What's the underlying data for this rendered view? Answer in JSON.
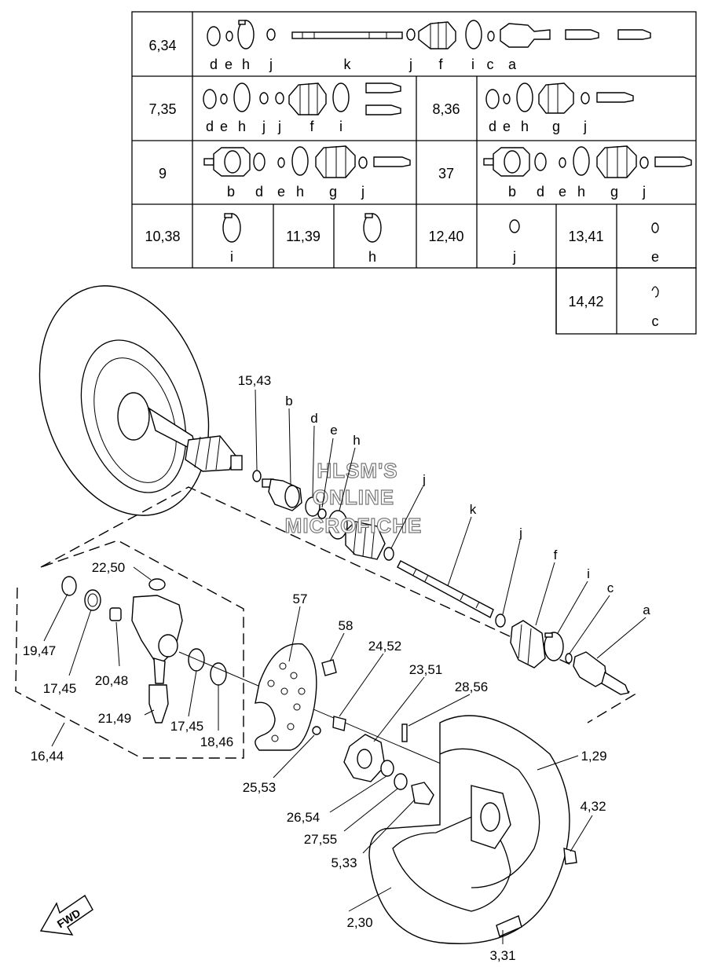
{
  "table": {
    "rows": [
      {
        "ref": "6,34",
        "letters": [
          "d",
          "e",
          "h",
          "j",
          "k",
          "j",
          "f",
          "i",
          "c",
          "a"
        ]
      },
      {
        "ref": "7,35",
        "letters": [
          "d",
          "e",
          "h",
          "j",
          "j",
          "f",
          "i"
        ]
      },
      {
        "ref": "8,36",
        "letters": [
          "d",
          "e",
          "h",
          "g",
          "j"
        ]
      },
      {
        "ref": "9",
        "letters": [
          "b",
          "d",
          "e",
          "h",
          "g",
          "j"
        ]
      },
      {
        "ref": "37",
        "letters": [
          "b",
          "d",
          "e",
          "h",
          "g",
          "j"
        ]
      }
    ],
    "single_parts": [
      {
        "ref": "10,38",
        "letter": "i"
      },
      {
        "ref": "11,39",
        "letter": "h"
      },
      {
        "ref": "12,40",
        "letter": "j"
      },
      {
        "ref": "13,41",
        "letter": "e"
      },
      {
        "ref": "14,42",
        "letter": "c"
      }
    ]
  },
  "callouts": {
    "c15_43": "15,43",
    "b": "b",
    "d": "d",
    "e": "e",
    "h": "h",
    "j1": "j",
    "k": "k",
    "j2": "j",
    "f": "f",
    "i": "i",
    "c": "c",
    "a": "a",
    "c22_50": "22,50",
    "c19_47": "19,47",
    "c17_45a": "17,45",
    "c20_48": "20,48",
    "c21_49": "21,49",
    "c17_45b": "17,45",
    "c18_46": "18,46",
    "c16_44": "16,44",
    "c57": "57",
    "c58": "58",
    "c24_52": "24,52",
    "c23_51": "23,51",
    "c28_56": "28,56",
    "c1_29": "1,29",
    "c4_32": "4,32",
    "c25_53": "25,53",
    "c26_54": "26,54",
    "c27_55": "27,55",
    "c5_33": "5,33",
    "c2_30": "2,30",
    "c3_31": "3,31"
  },
  "watermark": [
    "HLSM'S",
    "ONLINE",
    "MICROFICHE"
  ],
  "fwd_label": "FWD"
}
